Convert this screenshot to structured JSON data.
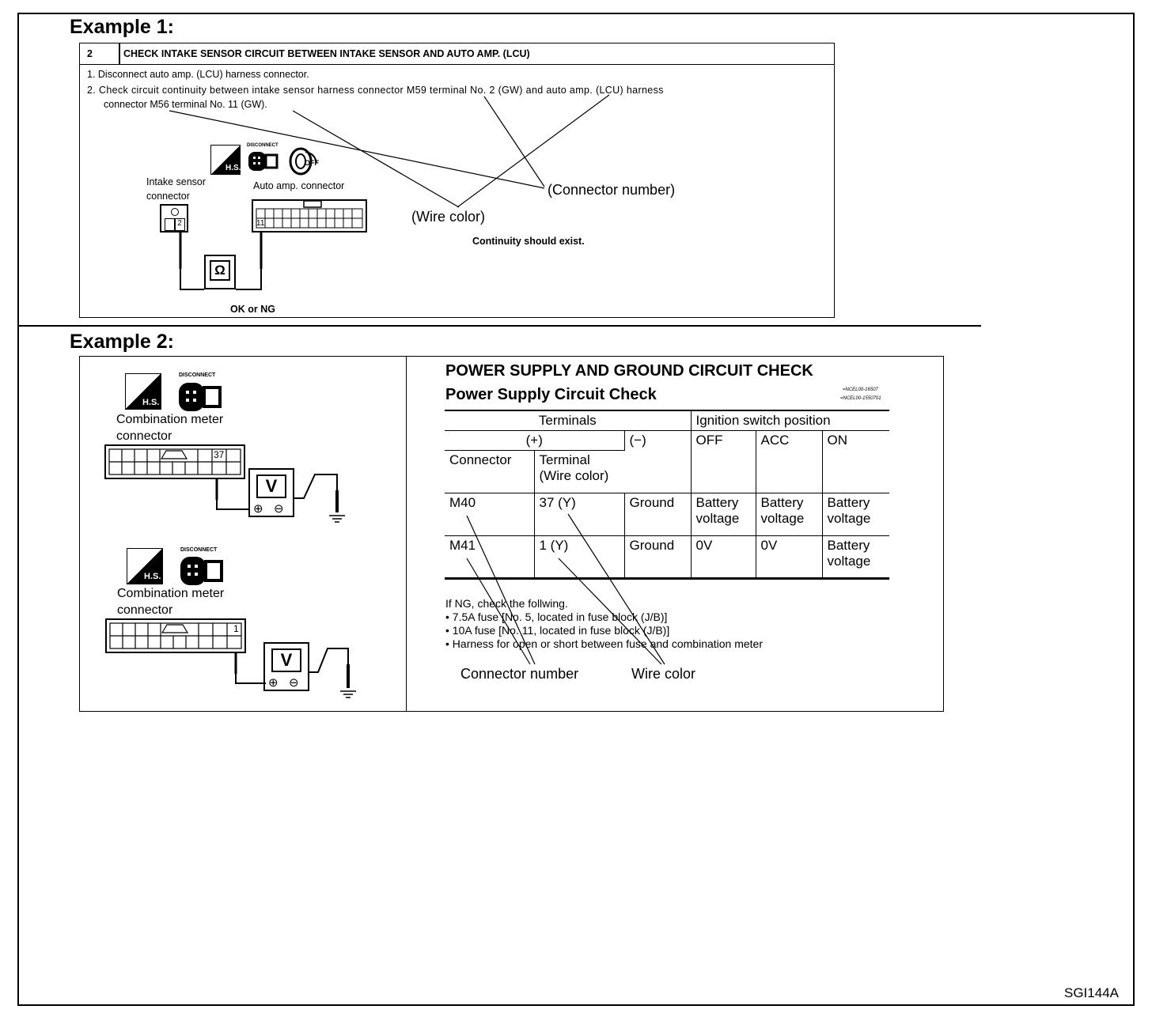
{
  "example1": {
    "title": "Example 1:",
    "step_number": "2",
    "step_title": "CHECK INTAKE SENSOR CIRCUIT BETWEEN INTAKE SENSOR AND AUTO AMP. (LCU)",
    "instruction1": "1. Disconnect auto amp. (LCU) harness connector.",
    "instruction2_line1": "2. Check circuit continuity between intake sensor harness connector M59 terminal No. 2 (GW) and auto amp. (LCU) harness",
    "instruction2_line2": "connector M56 terminal No. 11 (GW).",
    "icon_disconnect": "DISCONNECT",
    "icon_hs": "H.S.",
    "icon_off": "OFF",
    "intake_label1": "Intake sensor",
    "intake_label2": "connector",
    "intake_terminal": "2",
    "auto_amp_label": "Auto amp. connector",
    "auto_amp_terminal": "11",
    "ohm_symbol": "Ω",
    "callout_connector": "(Connector number)",
    "callout_wire": "(Wire color)",
    "continuity": "Continuity should exist.",
    "result": "OK or NG"
  },
  "example2": {
    "title": "Example 2:",
    "icon_disconnect": "DISCONNECT",
    "icon_hs": "H.S.",
    "meter1_label1": "Combination meter",
    "meter1_label2": "connector",
    "meter1_terminal": "37",
    "meter2_label1": "Combination meter",
    "meter2_label2": "connector",
    "meter2_terminal": "1",
    "volt_symbol": "V",
    "heading1": "POWER SUPPLY AND GROUND CIRCUIT CHECK",
    "heading2": "Power Supply Circuit Check",
    "ref_code1": "=NCEL00-16507",
    "ref_code2": "=NCEL00-1550701",
    "table": {
      "terminals": "Terminals",
      "ignition": "Ignition switch position",
      "plus": "(+)",
      "minus": "(−)",
      "off": "OFF",
      "acc": "ACC",
      "on": "ON",
      "connector": "Connector",
      "terminal_line1": "Terminal",
      "terminal_line2": "(Wire color)",
      "rows": [
        {
          "connector": "M40",
          "terminal": "37  (Y)",
          "minus": "Ground",
          "off1": "Battery",
          "off2": "voltage",
          "acc1": "Battery",
          "acc2": "voltage",
          "on1": "Battery",
          "on2": "voltage"
        },
        {
          "connector": "M41",
          "terminal": "1  (Y)",
          "minus": "Ground",
          "off1": "0V",
          "off2": "",
          "acc1": "0V",
          "acc2": "",
          "on1": "Battery",
          "on2": "voltage"
        }
      ]
    },
    "ng_heading": "If NG, check the follwing.",
    "ng_items": [
      "• 7.5A fuse [No. 5, located in fuse block (J/B)]",
      "• 10A fuse [No. 11, located in fuse block (J/B)]",
      "• Harness for open or short between fuse and combination meter"
    ],
    "callout_connector": "Connector  number",
    "callout_wire": "Wire  color"
  },
  "figure_code": "SGI144A"
}
